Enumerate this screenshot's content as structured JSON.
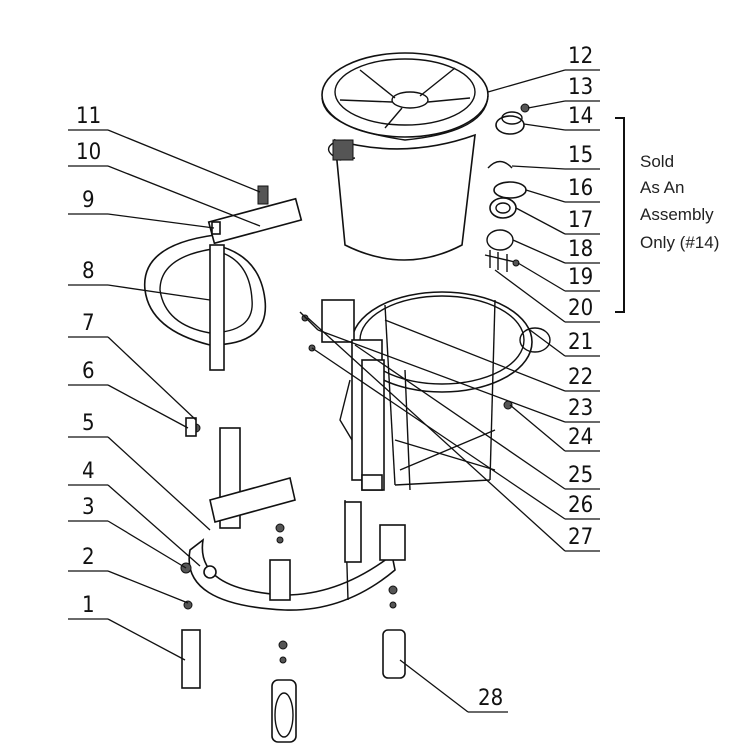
{
  "callouts": [
    "1",
    "2",
    "3",
    "4",
    "5",
    "6",
    "7",
    "8",
    "9",
    "10",
    "11",
    "12",
    "13",
    "14",
    "15",
    "16",
    "17",
    "18",
    "19",
    "20",
    "21",
    "22",
    "23",
    "24",
    "25",
    "26",
    "27",
    "28"
  ],
  "assembly_note": [
    "Sold",
    "As An",
    "Assembly",
    "Only (#14)"
  ]
}
